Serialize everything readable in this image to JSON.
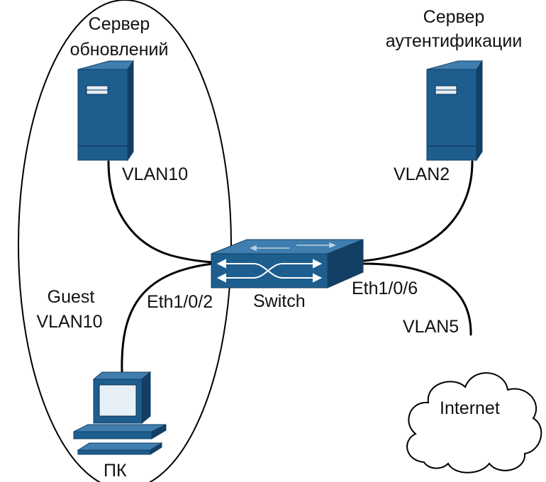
{
  "colors": {
    "device_blue": "#1d5e8f",
    "device_blue_light": "#3f7eae",
    "device_blue_dark": "#123f63",
    "cable": "#000000",
    "background": "#ffffff"
  },
  "nodes": {
    "update_server": {
      "icon": "server-tower-icon",
      "title_line1": "Сервер",
      "title_line2": "обновлений",
      "vlan": "VLAN10"
    },
    "auth_server": {
      "icon": "server-tower-icon",
      "title_line1": "Сервер",
      "title_line2": "аутентификации",
      "vlan": "VLAN2"
    },
    "switch": {
      "icon": "network-switch-icon",
      "label": "Switch"
    },
    "pc": {
      "icon": "desktop-computer-icon",
      "label": "ПК"
    },
    "internet": {
      "icon": "cloud-icon",
      "label": "Internet",
      "vlan": "VLAN5"
    }
  },
  "ports": {
    "left": "Eth1/0/2",
    "right": "Eth1/0/6"
  },
  "guest_zone": {
    "line1": "Guest",
    "line2": "VLAN10"
  }
}
